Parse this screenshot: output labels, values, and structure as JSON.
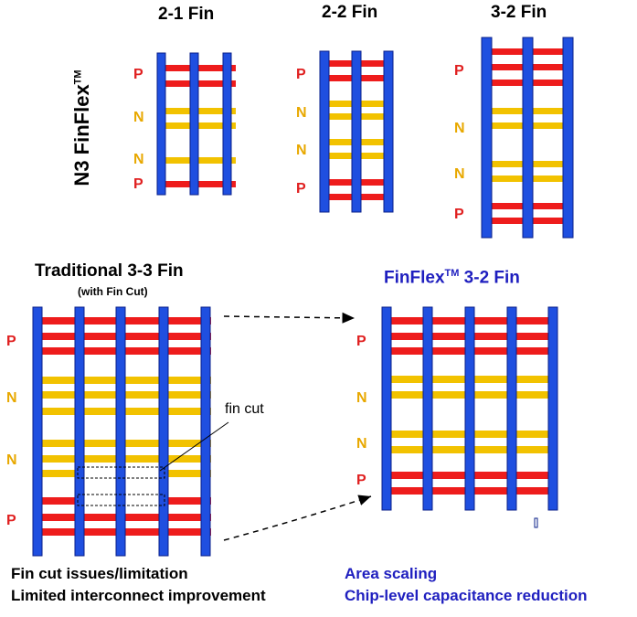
{
  "side_title": {
    "text": "N3 FinFlex",
    "tm": "TM"
  },
  "top": {
    "fin_2_1": {
      "title": "2-1 Fin",
      "labels": [
        "P",
        "N",
        "N",
        "P"
      ]
    },
    "fin_2_2": {
      "title": "2-2 Fin",
      "labels": [
        "P",
        "N",
        "N",
        "P"
      ]
    },
    "fin_3_2": {
      "title": "3-2 Fin",
      "labels": [
        "P",
        "N",
        "N",
        "P"
      ]
    }
  },
  "traditional": {
    "title": "Traditional 3-3 Fin",
    "subtitle": "(with Fin Cut)",
    "labels": [
      "P",
      "N",
      "N",
      "P"
    ],
    "annotation": "fin cut",
    "footer": [
      "Fin cut issues/limitation",
      "Limited interconnect improvement"
    ]
  },
  "finflex": {
    "title_prefix": "FinFlex",
    "tm": "TM",
    "title_suffix": " 3-2 Fin",
    "labels": [
      "P",
      "N",
      "N",
      "P"
    ],
    "footer": [
      "Area scaling",
      "Chip-level capacitance reduction"
    ]
  },
  "colors": {
    "gate": "#1f4fe0",
    "gate_outline": "#0a1f8a",
    "p_fin": "#ee1c1c",
    "n_fin": "#f2c200",
    "p_label": "#e02020",
    "n_label": "#e8a800",
    "finflex_text": "#1f1fbf"
  }
}
